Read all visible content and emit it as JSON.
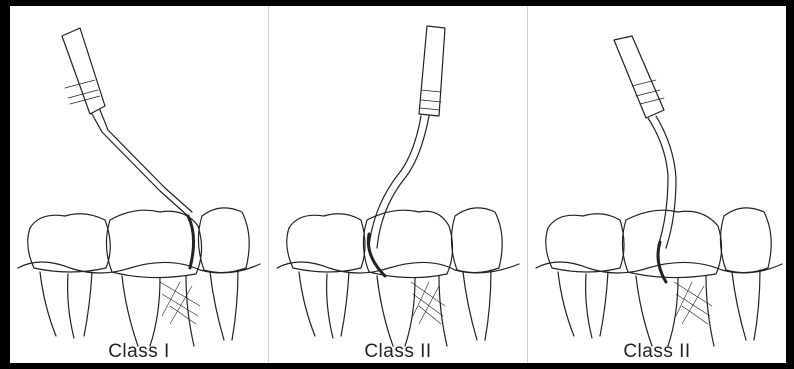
{
  "panels": [
    {
      "caption": "Class I"
    },
    {
      "caption": "Class II"
    },
    {
      "caption": "Class II"
    }
  ],
  "colors": {
    "background": "#000000",
    "figure": "#ffffff",
    "line": "#222222"
  }
}
